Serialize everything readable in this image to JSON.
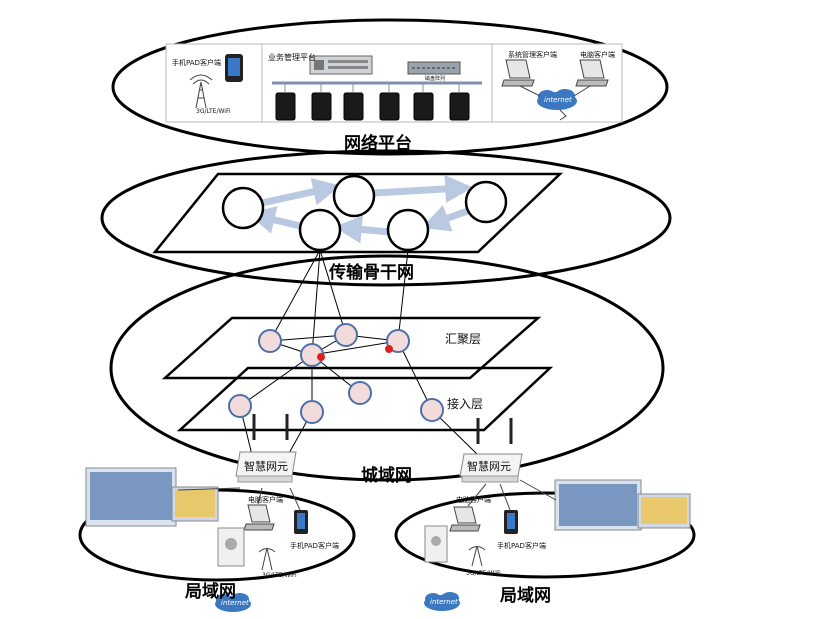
{
  "labels": {
    "network_platform": "网络平台",
    "transport_backbone": "传输骨干网",
    "metro_network": "城域网",
    "lan_left": "局域网",
    "lan_right": "局域网",
    "aggregation_layer": "汇聚层",
    "access_layer": "接入层",
    "smart_ne_left": "智慧网元",
    "smart_ne_right": "智慧网元"
  },
  "platform": {
    "mobile_client": "手机PAD客户端",
    "business_platform": "业务管理平台",
    "wireless_left": "3G/LTE/WiFi",
    "system_client": "系统管理客户端",
    "pc_client": "电脑客户端",
    "internet": "internet",
    "storage": "磁盘阵列"
  },
  "lan_left": {
    "pc_client": "电脑客户端",
    "mobile_client": "手机PAD客户端",
    "wireless": "3G/LTE/WiFi",
    "internet": "internet"
  },
  "lan_right": {
    "pc_client": "电脑客户端",
    "mobile_client": "手机PAD客户端",
    "wireless": "3G/LTE/WiFi",
    "internet": "internet"
  },
  "colors": {
    "node_fill": "#f2dcdb",
    "node_stroke": "#4f6fa8",
    "arrow": "#b9c9e2",
    "red_marker": "#e02020"
  }
}
